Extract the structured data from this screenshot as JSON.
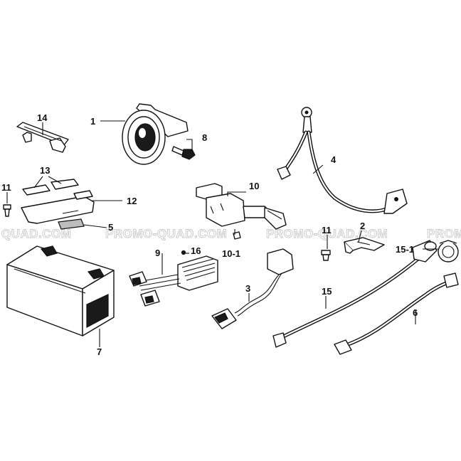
{
  "watermark": {
    "segments": [
      "QUAD.COM",
      "PROMO-QUAD.COM",
      "PROMO-QUAD.COM",
      "PROMO"
    ]
  },
  "callouts": [
    {
      "id": "c1",
      "label": "1"
    },
    {
      "id": "c2",
      "label": "2"
    },
    {
      "id": "c3",
      "label": "3"
    },
    {
      "id": "c4",
      "label": "4"
    },
    {
      "id": "c5",
      "label": "5"
    },
    {
      "id": "c6",
      "label": "6"
    },
    {
      "id": "c7",
      "label": "7"
    },
    {
      "id": "c8",
      "label": "8"
    },
    {
      "id": "c9",
      "label": "9"
    },
    {
      "id": "c10",
      "label": "10"
    },
    {
      "id": "c10_1",
      "label": "10-1"
    },
    {
      "id": "c11a",
      "label": "11"
    },
    {
      "id": "c11b",
      "label": "11"
    },
    {
      "id": "c12",
      "label": "12"
    },
    {
      "id": "c13",
      "label": "13"
    },
    {
      "id": "c14",
      "label": "14"
    },
    {
      "id": "c15",
      "label": "15"
    },
    {
      "id": "c15_1",
      "label": "15-1"
    },
    {
      "id": "c16",
      "label": "16"
    }
  ]
}
